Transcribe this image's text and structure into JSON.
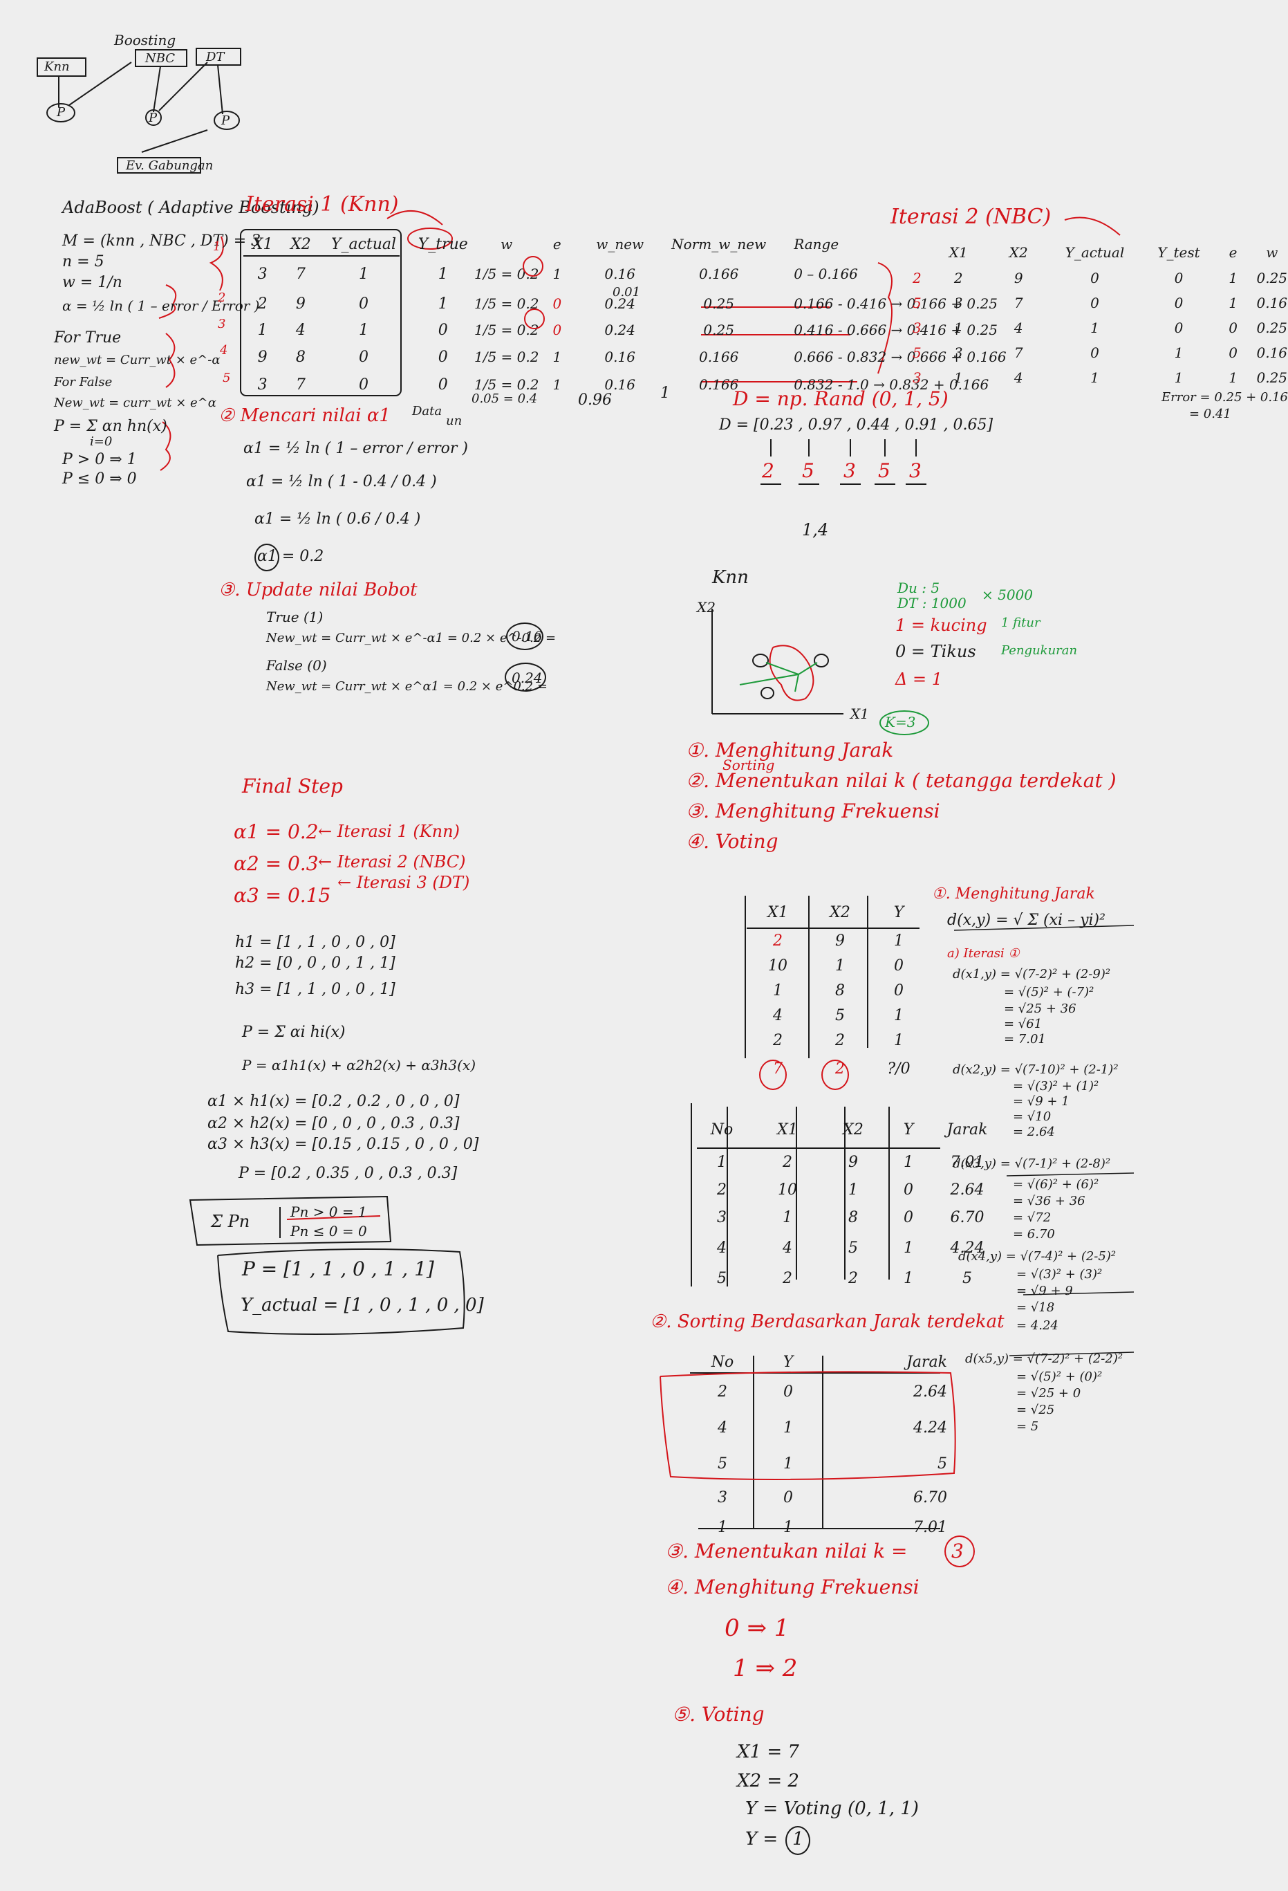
{
  "top_diagram": {
    "title": "Boosting",
    "models": [
      "Knn",
      "NBC",
      "DT"
    ],
    "preds": [
      "P",
      "P",
      "P"
    ],
    "output": "Ev. Gabungan"
  },
  "adaboost": {
    "title": "AdaBoost ( Adaptive Boosting)",
    "m_line": "M = (knn , NBC , DT) = 3",
    "n_line": "n = 5",
    "w_line": "w = 1/n",
    "alpha_line": "α = ½ ln ( 1 – error / Error )",
    "for_true": "For True",
    "new_wt_true": "new_wt = Curr_wt × e^-α",
    "for_false": "For False",
    "new_wt_false": "New_wt = curr_wt × e^α",
    "p_line": "P = Σ αn hn(x)",
    "p_sub": "i=0",
    "p_pos": "P > 0 ⇒ 1",
    "p_neg": "P ≤ 0 ⇒ 0"
  },
  "iter1": {
    "title": "Iterasi 1 (Knn)",
    "headers": [
      "X1",
      "X2",
      "Y_actual",
      "Y_true",
      "w",
      "e",
      "w_new",
      "Norm_w_new",
      "Range"
    ],
    "rows": [
      {
        "idx": "1",
        "x1": "3",
        "x2": "7",
        "ya": "1",
        "yt": "1",
        "w": "1/5 = 0.2",
        "e": "1",
        "wn": "0.16",
        "nw": "0.166",
        "rng": "0 – 0.166"
      },
      {
        "idx": "2",
        "x1": "2",
        "x2": "9",
        "ya": "0",
        "yt": "1",
        "w": "1/5 = 0.2",
        "e": "0",
        "wn": "0.24",
        "nw": "0.25",
        "rng": "0.166 - 0.416 → 0.166 + 0.25"
      },
      {
        "idx": "3",
        "x1": "1",
        "x2": "4",
        "ya": "1",
        "yt": "0",
        "w": "1/5 = 0.2",
        "e": "0",
        "wn": "0.24",
        "nw": "0.25",
        "rng": "0.416 - 0.666 → 0.416 + 0.25"
      },
      {
        "idx": "4",
        "x1": "9",
        "x2": "8",
        "ya": "0",
        "yt": "0",
        "w": "1/5 = 0.2",
        "e": "1",
        "wn": "0.16",
        "nw": "0.166",
        "rng": "0.666 - 0.832 → 0.666 + 0.166"
      },
      {
        "idx": "5",
        "x1": "3",
        "x2": "7",
        "ya": "0",
        "yt": "0",
        "w": "1/5 = 0.2",
        "e": "1",
        "wn": "0.16",
        "nw": "0.166",
        "rng": "0.832 - 1.0 → 0.832 + 0.166"
      }
    ],
    "error_note": "0.05 = 0.4",
    "sum_wn": "0.96",
    "sum_nw": "1",
    "side_note": "0.01",
    "data_label": "Data",
    "data_label2": "un"
  },
  "alpha_calc": {
    "title": "② Mencari nilai α1",
    "l1": "α1 = ½ ln ( 1 – error / error )",
    "l2": "α1 = ½ ln ( 1 - 0.4 / 0.4 )",
    "l3": "α1 = ½ ln ( 0.6 / 0.4 )",
    "l4": "α1 = 0.2"
  },
  "update": {
    "title": "③. Update nilai Bobot",
    "true_lbl": "True (1)",
    "true_eq": "New_wt = Curr_wt × e^-α1 = 0.2 × e^-0.2 =",
    "true_val": "0.16",
    "false_lbl": "False (0)",
    "false_eq": "New_wt = Curr_wt × e^α1 = 0.2 × e^0.2 =",
    "false_val": "0.24"
  },
  "random": {
    "d_line": "D = np. Rand (0, 1, 5)",
    "d_vals": "D = [0.23 , 0.97 , 0.44 , 0.91 , 0.65]",
    "picks": [
      "2",
      "5",
      "3",
      "5",
      "3"
    ],
    "note": "1,4"
  },
  "iter2": {
    "title": "Iterasi 2 (NBC)",
    "headers": [
      "X1",
      "X2",
      "Y_actual",
      "Y_test",
      "e",
      "w"
    ],
    "rows": [
      {
        "idx": "2",
        "x1": "2",
        "x2": "9",
        "ya": "0",
        "yt": "0",
        "e": "1",
        "w": "0.25"
      },
      {
        "idx": "5",
        "x1": "3",
        "x2": "7",
        "ya": "0",
        "yt": "0",
        "e": "1",
        "w": "0.16"
      },
      {
        "idx": "3",
        "x1": "1",
        "x2": "4",
        "ya": "1",
        "yt": "0",
        "e": "0",
        "w": "0.25"
      },
      {
        "idx": "5",
        "x1": "3",
        "x2": "7",
        "ya": "0",
        "yt": "1",
        "e": "0",
        "w": "0.16"
      },
      {
        "idx": "3",
        "x1": "1",
        "x2": "4",
        "ya": "1",
        "yt": "1",
        "e": "1",
        "w": "0.25"
      }
    ],
    "error_note": "Error = 0.25 + 0.16",
    "error_val": "= 0.41"
  },
  "knn_plot": {
    "ylabel": "X2",
    "xlabel": "X1",
    "title": "Knn",
    "k_label": "K=3",
    "green1": "Du : 5",
    "green2": "DT : 1000",
    "green3": "× 5000",
    "green4": "1 fitur",
    "green5": "Pengukuran",
    "legend1": "1 = kucing",
    "legend2": "0 = Tikus",
    "legend3": "Δ = 1"
  },
  "knn_steps": {
    "s1": "①. Menghitung Jarak",
    "s1b": "Sorting",
    "s2": "②. Menentukan nilai k ( tetangga terdekat )",
    "s3": "③. Menghitung Frekuensi",
    "s4": "④. Voting"
  },
  "final_step": {
    "title": "Final Step",
    "a1": "α1 = 0.2",
    "a1_src": "← Iterasi 1 (Knn)",
    "a2": "α2 = 0.3",
    "a2_src": "← Iterasi 2 (NBC)",
    "a3": "α3 = 0.15",
    "a3_src": "← Iterasi 3 (DT)",
    "h1": "h1 = [1 , 1 , 0 , 0 , 0]",
    "h2": "h2 = [0 , 0 , 0 , 1 , 1]",
    "h3": "h3 = [1 , 1 , 0 , 0 , 1]",
    "p_formula": "P = Σ αi hi(x)",
    "p_expand": "P = α1h1(x) + α2h2(x) + α3h3(x)",
    "m1": "α1 × h1(x) = [0.2 , 0.2 , 0 , 0 , 0]",
    "m2": "α2 × h2(x) = [0 , 0 , 0 , 0.3 , 0.3]",
    "m3": "α3 × h3(x) = [0.15 , 0.15 , 0 , 0 , 0]",
    "p_vals": "P = [0.2 , 0.35 , 0 , 0.3 , 0.3]",
    "sum_lbl": "Σ Pn",
    "rule1": "Pn > 0 = 1",
    "rule2": "Pn ≤ 0 = 0",
    "p_final": "P = [1 , 1 , 0 , 1 , 1]",
    "y_actual": "Y_actual = [1 , 0 , 1 , 0 , 0]"
  },
  "data_table": {
    "headers": [
      "X1",
      "X2",
      "Y"
    ],
    "rows": [
      [
        "2",
        "9",
        "1"
      ],
      [
        "10",
        "1",
        "0"
      ],
      [
        "1",
        "8",
        "0"
      ],
      [
        "4",
        "5",
        "1"
      ],
      [
        "2",
        "2",
        "1"
      ]
    ],
    "query": [
      "7",
      "2",
      "?/0"
    ]
  },
  "dist_table": {
    "headers": [
      "No",
      "X1",
      "X2",
      "Y",
      "Jarak"
    ],
    "rows": [
      [
        "1",
        "2",
        "9",
        "1",
        "7.01"
      ],
      [
        "2",
        "10",
        "1",
        "0",
        "2.64"
      ],
      [
        "3",
        "1",
        "8",
        "0",
        "6.70"
      ],
      [
        "4",
        "4",
        "5",
        "1",
        "4.24"
      ],
      [
        "5",
        "2",
        "2",
        "1",
        "5"
      ]
    ]
  },
  "distance_calc": {
    "title": "①. Menghitung Jarak",
    "formula": "d(x,y) = √ Σ (xi – yi)²",
    "sub": "a) Iterasi ①",
    "d1_lines": [
      "d(x1,y) = √(7-2)² + (2-9)²",
      "= √(5)² + (-7)²",
      "= √25 + 36",
      "= √61",
      "= 7.01"
    ],
    "d2_lines": [
      "d(x2,y) = √(7-10)² + (2-1)²",
      "= √(3)² + (1)²",
      "= √9 + 1",
      "= √10",
      "= 2.64"
    ],
    "d3_lines": [
      "d(x3,y) = √(7-1)² + (2-8)²",
      "= √(6)² + (6)²",
      "= √36 + 36",
      "= √72",
      "= 6.70"
    ],
    "d4_lines": [
      "d(x4,y) = √(7-4)² + (2-5)²",
      "= √(3)² + (3)²",
      "= √9 + 9",
      "= √18",
      "= 4.24"
    ],
    "d5_lines": [
      "d(x5,y) = √(7-2)² + (2-2)²",
      "= √(5)² + (0)²",
      "= √25 + 0",
      "= √25",
      "= 5"
    ]
  },
  "sort_table": {
    "title": "②. Sorting Berdasarkan Jarak terdekat",
    "headers": [
      "No",
      "Y",
      "Jarak"
    ],
    "rows": [
      [
        "2",
        "0",
        "2.64"
      ],
      [
        "4",
        "1",
        "4.24"
      ],
      [
        "5",
        "1",
        "5"
      ],
      [
        "3",
        "0",
        "6.70"
      ],
      [
        "1",
        "1",
        "7.01"
      ]
    ]
  },
  "knn_result": {
    "k_line": "③. Menentukan nilai k =",
    "k_val": "3",
    "freq_title": "④. Menghitung Frekuensi",
    "f0": "0 ⇒ 1",
    "f1": "1 ⇒ 2",
    "vote_title": "⑤. Voting",
    "v1": "X1 = 7",
    "v2": "X2 = 2",
    "v3": "Y = Voting (0, 1, 1)",
    "v4": "Y =",
    "v4_val": "1"
  }
}
